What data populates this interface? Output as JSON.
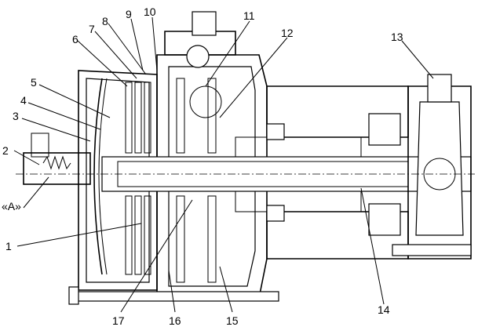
{
  "callouts": {
    "c1": "1",
    "c2": "2",
    "c3": "3",
    "c4": "4",
    "c5": "5",
    "c6": "6",
    "c7": "7",
    "c8": "8",
    "c9": "9",
    "c10": "10",
    "c11": "11",
    "c12": "12",
    "c13": "13",
    "c14": "14",
    "c15": "15",
    "c16": "16",
    "c17": "17",
    "view_a": "«А»"
  }
}
